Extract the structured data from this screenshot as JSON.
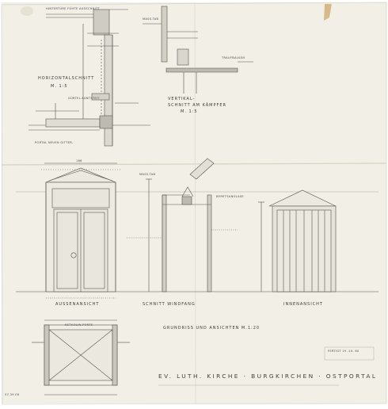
{
  "labels": {
    "top_note": "HINTERTÜRE FÜHTE AUSSCHNITT",
    "masstab": "MASS-TAB",
    "horizontal_section": "HORIZONTALSCHNITT",
    "horizontal_scale": "M. 1:5",
    "detail_note": "GÜRTEL-KANTSTEIT",
    "vertical_section_1": "VERTIKAL-",
    "vertical_section_2": "SCHNITT AM KÄMPFER",
    "vertical_scale": "M. 1:5",
    "right_note": "TRAUFBALKEN",
    "bottom_note": "PORTAL NEUEN GITTER-",
    "dim_top": "186",
    "section_note": "BERETSANGLASE",
    "exterior_view": "AUSSENANSICHT",
    "section_vestibule": "SCHNITT WINDFANG",
    "interior_view": "INNENANSICHT",
    "plan_note": "KETHOLIN-PORTE",
    "plan_views": "GRUNDRISS UND ANSICHTEN M.1:20",
    "title": "EV. LUTH. KIRCHE · BURGKIRCHEN · OSTPORTAL",
    "stamp": "FERTIGT 19 .10. 60",
    "inventory": "57.39 E6"
  }
}
